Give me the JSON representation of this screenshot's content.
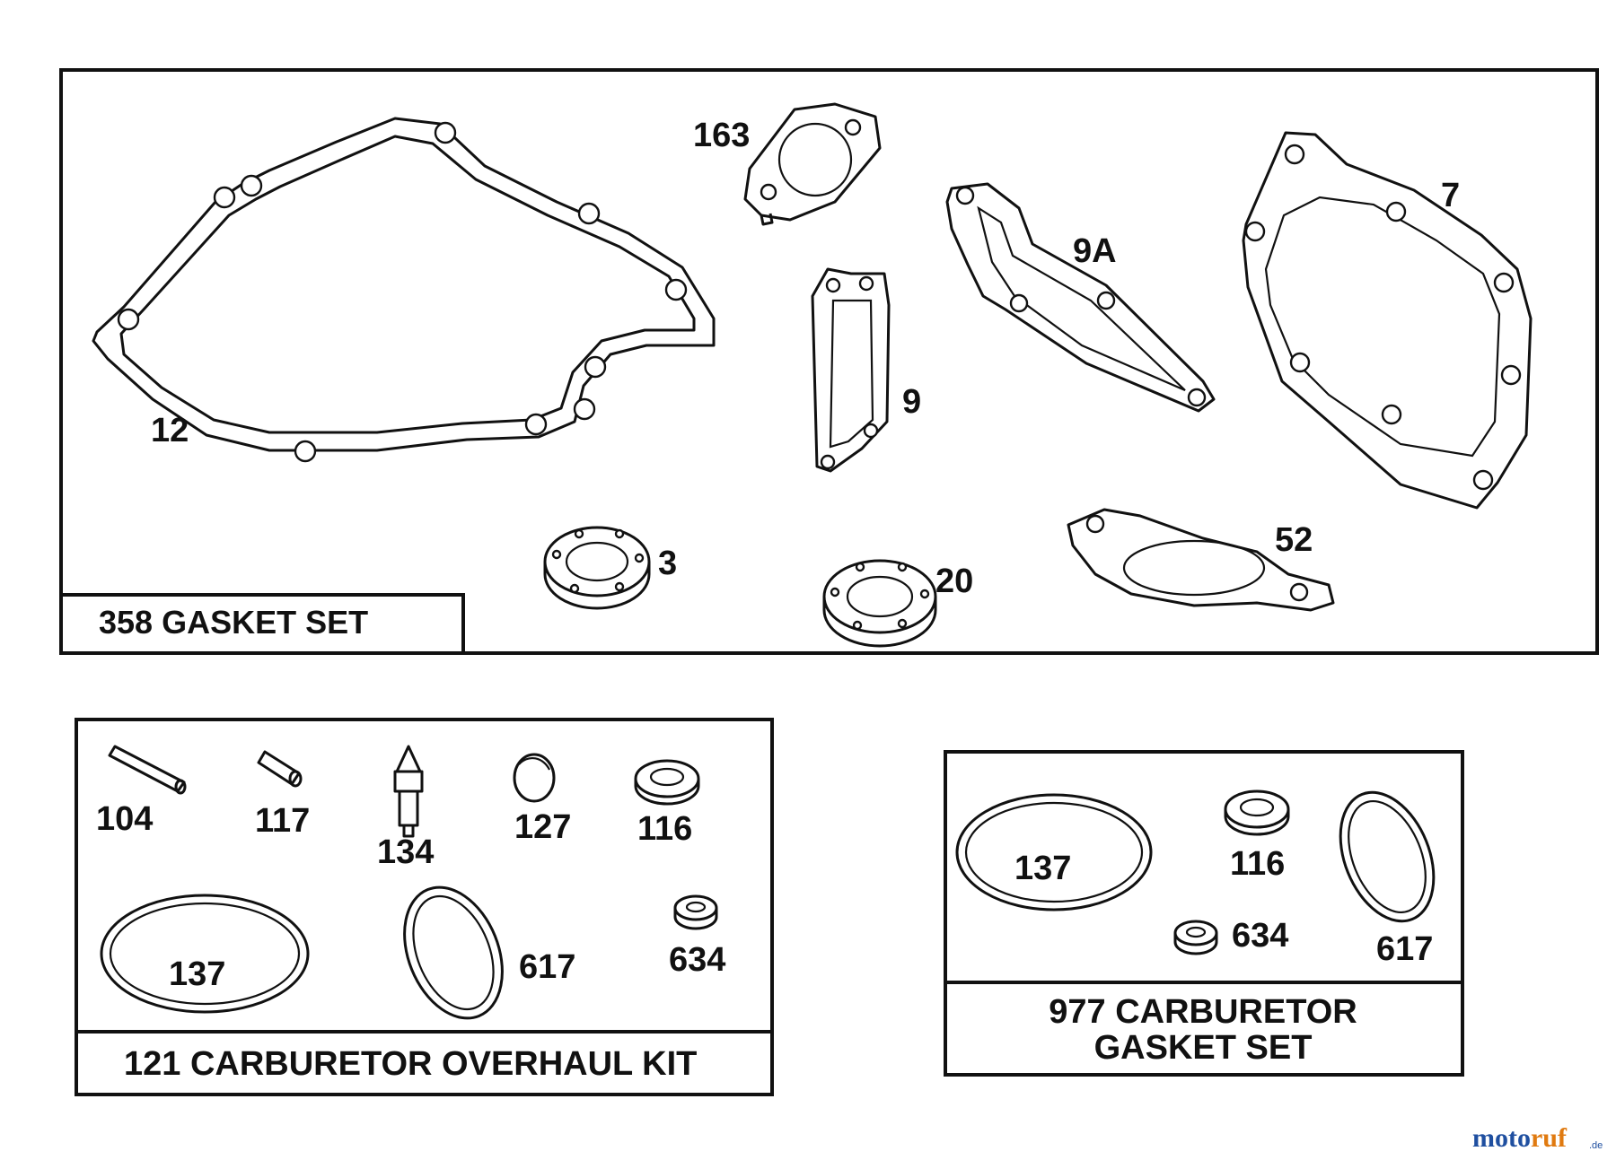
{
  "sets": {
    "gasket_set": {
      "title": "358 GASKET SET"
    },
    "overhaul_kit": {
      "title": "121 CARBURETOR OVERHAUL KIT"
    },
    "carb_gasket_set": {
      "title_line1": "977 CARBURETOR",
      "title_line2": "GASKET SET"
    }
  },
  "callouts": {
    "gasket_set": [
      "163",
      "7",
      "9A",
      "12",
      "9",
      "3",
      "20",
      "52"
    ],
    "overhaul_kit": [
      "104",
      "117",
      "134",
      "127",
      "116",
      "137",
      "617",
      "634"
    ],
    "carb_gasket_set": [
      "137",
      "116",
      "634",
      "617"
    ]
  },
  "watermark": {
    "brand": "motoruf",
    "suffix": ".de",
    "colors": [
      "#1f4fa0",
      "#e07a10"
    ]
  }
}
